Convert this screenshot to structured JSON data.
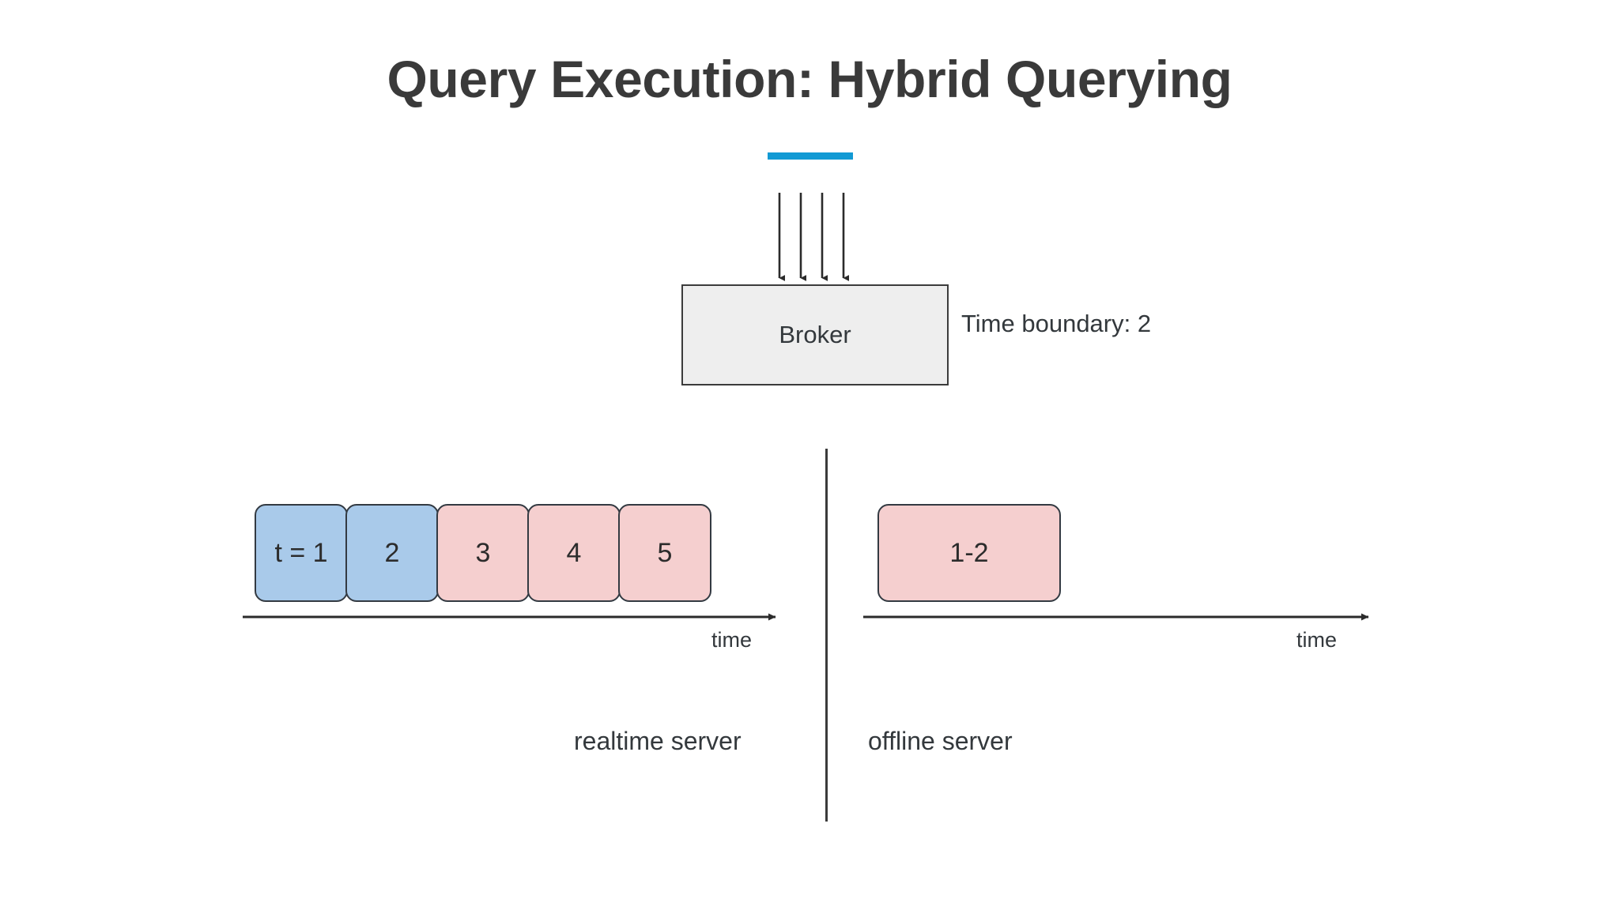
{
  "slide": {
    "title": "Query Execution: Hybrid Querying",
    "accent_color": "#129ad4",
    "background_color": "#ffffff"
  },
  "broker": {
    "label": "Broker",
    "fill_color": "#eeeeee",
    "border_color": "#3b3b3b",
    "incoming_arrow_count": 4
  },
  "annotation": {
    "time_boundary": "Time boundary: 2"
  },
  "servers": [
    {
      "name": "realtime-server",
      "caption": "realtime server",
      "axis_label": "time",
      "segments": [
        {
          "label": "t = 1",
          "kind": "realtime",
          "color": "#a9caea"
        },
        {
          "label": "2",
          "kind": "realtime",
          "color": "#a9caea"
        },
        {
          "label": "3",
          "kind": "offline",
          "color": "#f5cfcf"
        },
        {
          "label": "4",
          "kind": "offline",
          "color": "#f5cfcf"
        },
        {
          "label": "5",
          "kind": "offline",
          "color": "#f5cfcf"
        }
      ]
    },
    {
      "name": "offline-server",
      "caption": "offline server",
      "axis_label": "time",
      "segments": [
        {
          "label": "1-2",
          "kind": "offline",
          "color": "#f5cfcf",
          "wide": true
        }
      ]
    }
  ]
}
